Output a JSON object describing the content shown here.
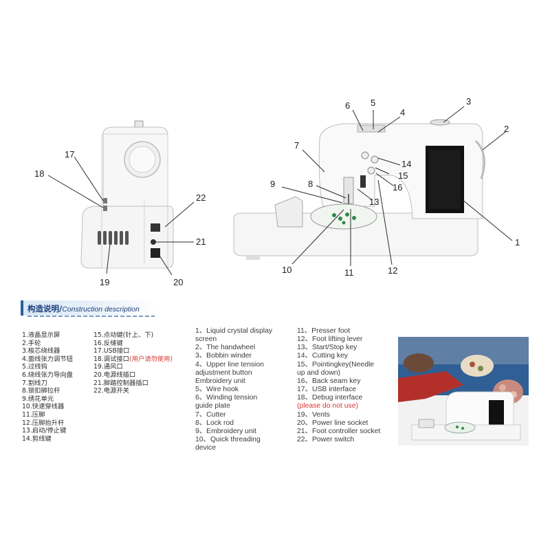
{
  "callouts": {
    "n1": "1",
    "n2": "2",
    "n3": "3",
    "n4": "4",
    "n5": "5",
    "n6": "6",
    "n7": "7",
    "n8": "8",
    "n9": "9",
    "n10": "10",
    "n11": "11",
    "n12": "12",
    "n13": "13",
    "n14": "14",
    "n15": "15",
    "n16": "16",
    "n17": "17",
    "n18": "18",
    "n19": "19",
    "n20": "20",
    "n21": "21",
    "n22": "22"
  },
  "section": {
    "title_cn": "构造说明/",
    "title_en": "Construction description"
  },
  "cn_col1": [
    "1.液晶显示屏",
    "2.手轮",
    "3.梭芯绕线器",
    "4.面线张力调节钮",
    "5.过线钩",
    "6.绕线张力导向盘",
    "7.割线刀",
    "8.锁扣脚拉杆",
    "9.绣花单元",
    "10.快速穿线器",
    "11.压脚",
    "12.压脚抬升杆",
    "13.启动/停止键",
    "14.剪线键"
  ],
  "cn_col2": {
    "l15": "15.点动键(针上、下)",
    "l16": "16.反缝键",
    "l17": "17.USB接口",
    "l18a": "18.调试接口",
    "l18b": "(用户请勿使用)",
    "l19": "19.通风口",
    "l20": "20.电源线插口",
    "l21": "21.脚踏控制器插口",
    "l22": "22.电源开关"
  },
  "en_col1": [
    "1、Liquid crystal display",
    "screen",
    "2、The handwheel",
    "3、Bobbin winder",
    "4、Upper line tension",
    "adjustment button",
    "Embroidery unit",
    "5、Wire hook",
    "6、Winding tension",
    "guide plate",
    "7、Cutter",
    "8、Lock rod",
    "9、Embroidery unit",
    "10、Quick threading",
    "device"
  ],
  "en_col2": {
    "l11": "11、Presser foot",
    "l12": "12、Foot lifting lever",
    "l13": "13、Start/Stop key",
    "l14": "14、Cutting key",
    "l15": "15、Pointingkey(Needle",
    "l15b": "up and down)",
    "l16": "16、Back seam key",
    "l17": "17、USB interface",
    "l18": "18、Debug interface",
    "l18b": "(please do not use)",
    "l19": "19、Vents",
    "l20": "20、Power line socket",
    "l21": "21、Foot controller socket",
    "l22": "22、Power switch"
  },
  "colors": {
    "accent": "#d8362e",
    "banner": "#1d3f78"
  }
}
